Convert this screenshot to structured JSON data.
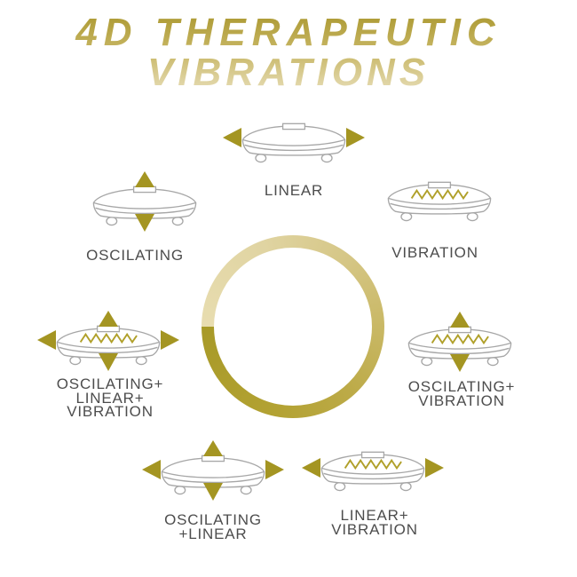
{
  "title": {
    "line1": "4D THERAPEUTIC",
    "line2": "VIBRATIONS"
  },
  "modes": {
    "linear": {
      "lines": [
        "LINEAR"
      ],
      "motion_arrows": [
        "left",
        "right"
      ],
      "has_vibration_wave": false
    },
    "oscilating": {
      "lines": [
        "OSCILATING"
      ],
      "motion_arrows": [
        "up",
        "down"
      ],
      "has_vibration_wave": false
    },
    "vibration": {
      "lines": [
        "VIBRATION"
      ],
      "motion_arrows": [],
      "has_vibration_wave": true
    },
    "oscilating_linear_vibration": {
      "lines": [
        "OSCILATING+",
        "LINEAR+",
        "VIBRATION"
      ],
      "motion_arrows": [
        "up",
        "down",
        "left",
        "right"
      ],
      "has_vibration_wave": true
    },
    "oscilating_vibration": {
      "lines": [
        "OSCILATING+",
        "VIBRATION"
      ],
      "motion_arrows": [
        "up",
        "down"
      ],
      "has_vibration_wave": true
    },
    "oscilating_linear": {
      "lines": [
        "OSCILATING",
        "+LINEAR"
      ],
      "motion_arrows": [
        "up",
        "down",
        "left",
        "right"
      ],
      "has_vibration_wave": false
    },
    "linear_vibration": {
      "lines": [
        "LINEAR+",
        "VIBRATION"
      ],
      "motion_arrows": [
        "left",
        "right"
      ],
      "has_vibration_wave": true
    }
  },
  "icons": {
    "arrow_up": "solid gold triangle pointing up",
    "arrow_down": "solid gold triangle pointing down",
    "arrow_left": "solid gold triangle pointing left",
    "arrow_right": "solid gold triangle pointing right",
    "vibration_wave": "gold zigzag line on platform top",
    "vibration_plate": "gray outline drawing of vibration platform machine",
    "center_ring": "gold gradient circle ring"
  },
  "colors": {
    "title_gradient_top": "#ab9830",
    "title_gradient_bottom": "#e7ddb7",
    "arrow_gold": "#a49522",
    "wave_gold": "#b0a02a",
    "ring_light": "#e8ddb0",
    "ring_dark": "#a89a28",
    "machine_outline": "#a7a7a7",
    "label_text": "#4d4d4d",
    "background": "#ffffff"
  }
}
